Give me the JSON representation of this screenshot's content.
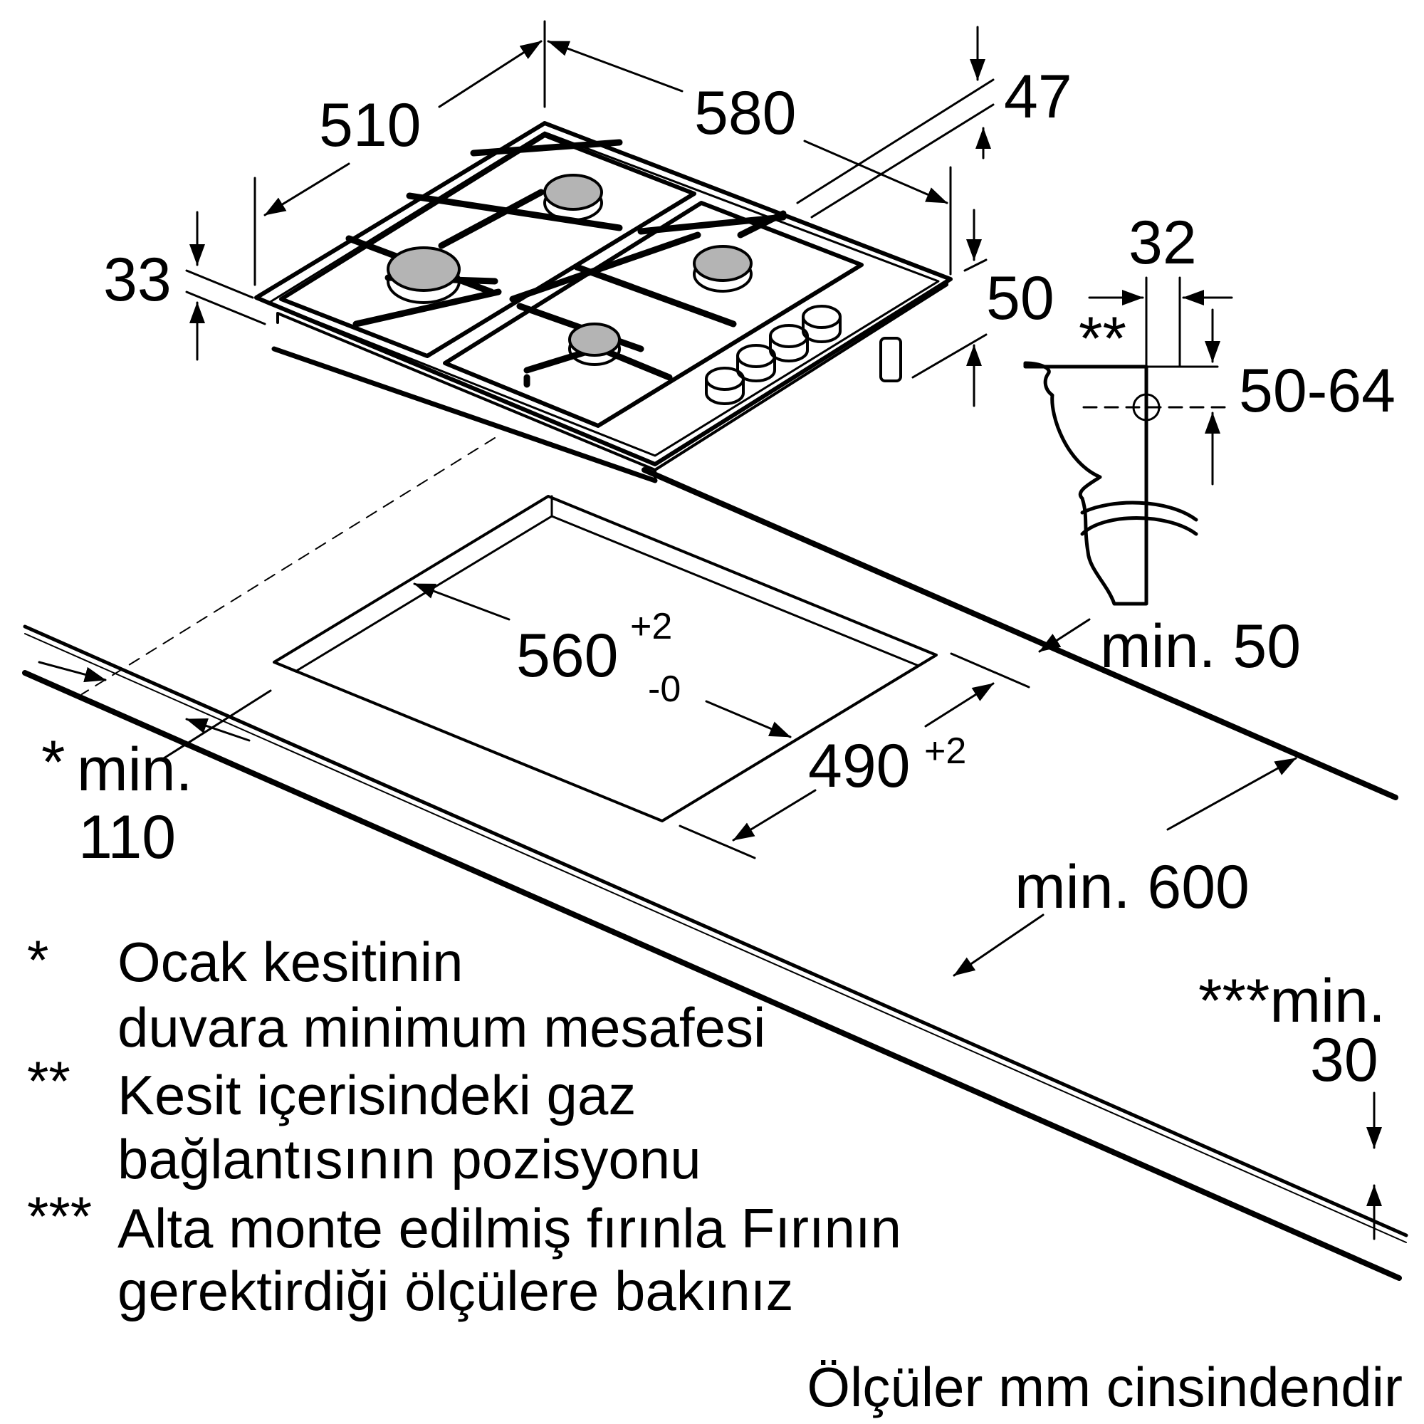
{
  "colors": {
    "line": "#000000",
    "burner": "#b4b4b4",
    "background": "#ffffff"
  },
  "dimensions": {
    "d510": "510",
    "d580": "580",
    "d47": "47",
    "d33": "33",
    "d50_side": "50",
    "d32": "32",
    "d50_64": "50-64",
    "double_star": "**",
    "cutout_width_main": "560",
    "cutout_width_sup": "+2",
    "cutout_width_sub": "-0",
    "cutout_depth_main": "490",
    "cutout_depth_sup": "+2",
    "min50": "min. 50",
    "min110_star": "*",
    "min110_line1": "min.",
    "min110_line2": "110",
    "min600": "min. 600",
    "min30_line1": "***min.",
    "min30_line2": "30"
  },
  "notes": [
    {
      "marker": "*",
      "line1": "Ocak kesitinin",
      "line2": "duvara minimum mesafesi"
    },
    {
      "marker": "**",
      "line1": "Kesit içerisindeki gaz",
      "line2": "bağlantısının pozisyonu"
    },
    {
      "marker": "***",
      "line1": "Alta monte edilmiş fırınla Fırının",
      "line2": "gerektirdiği ölçülere bakınız"
    }
  ],
  "footer": "Ölçüler mm cinsindendir"
}
